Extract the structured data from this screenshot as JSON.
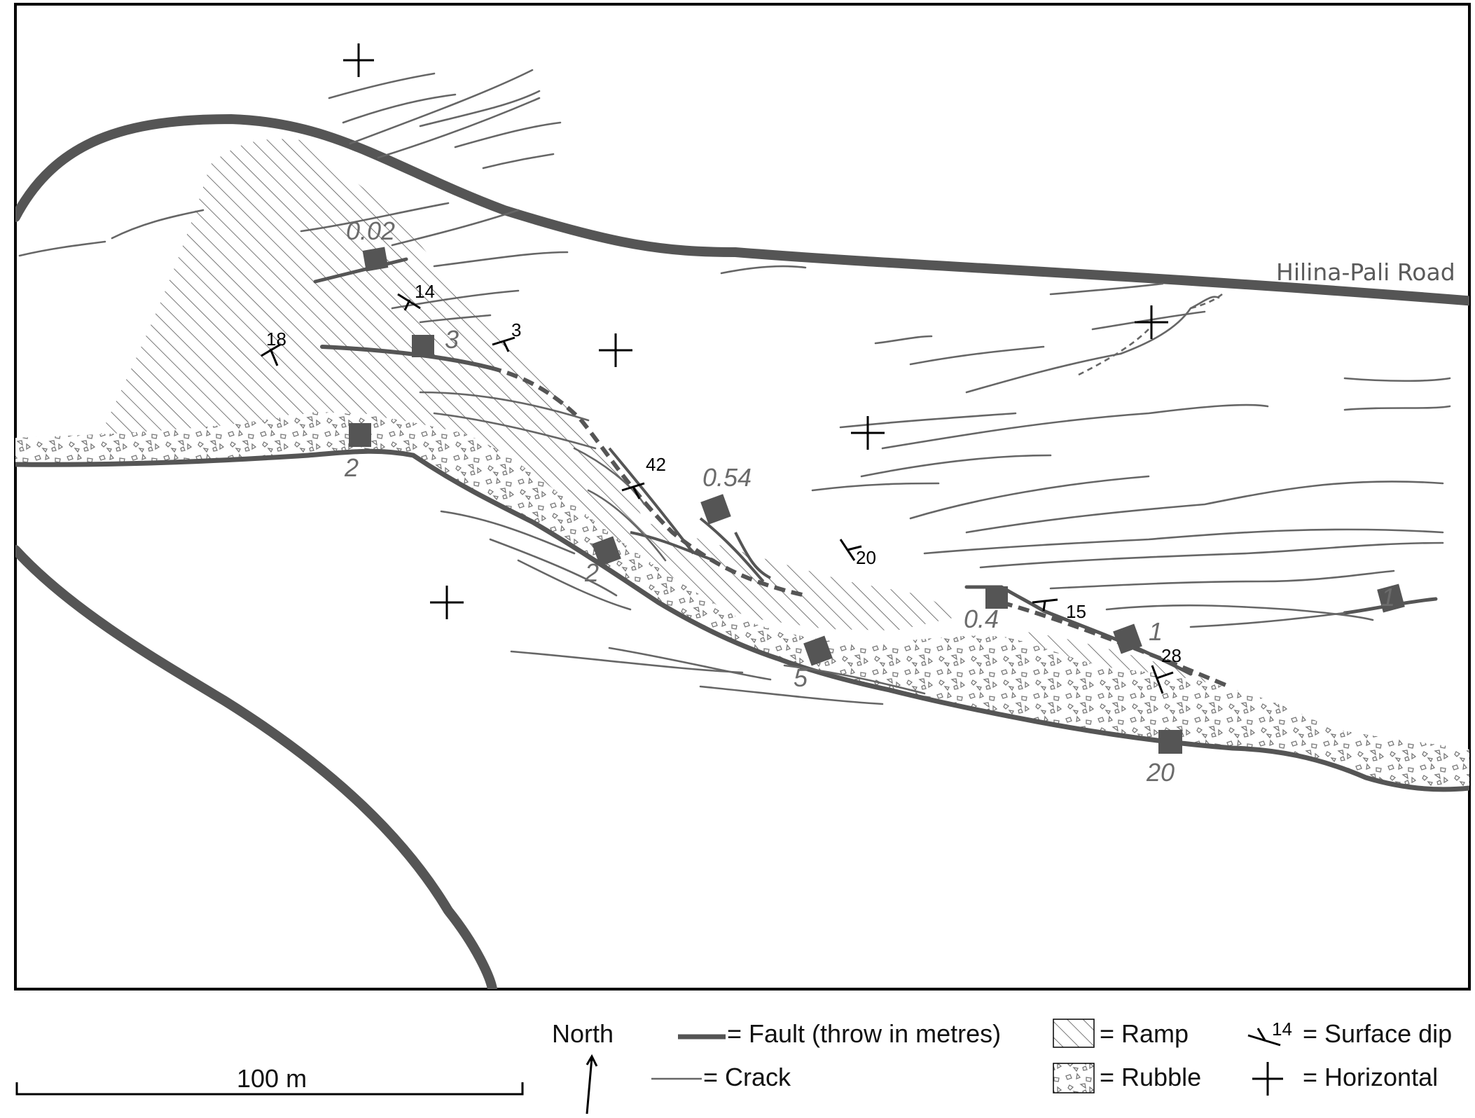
{
  "map": {
    "road_label": "Hilina-Pali Road",
    "throws": {
      "t1": "0.02",
      "t2": "3",
      "t3": "2",
      "t4": "0.54",
      "t5": "2",
      "t6": "5",
      "t7": "0.4",
      "t8": "1",
      "t9": "20",
      "t10": "1"
    },
    "dips": {
      "d1": "14",
      "d2": "18",
      "d3": "3",
      "d4": "42",
      "d5": "20",
      "d6": "15",
      "d7": "28"
    }
  },
  "legend": {
    "north_label": "North",
    "fault_label": "= Fault (throw in metres)",
    "crack_label": "= Crack",
    "ramp_label": "= Ramp",
    "rubble_label": "= Rubble",
    "dip_value": "14",
    "dip_label": "= Surface dip",
    "horizontal_label": "= Horizontal"
  },
  "scale_bar": {
    "label": "100 m"
  },
  "colors": {
    "fault": "#555555",
    "crack": "#6a6a6a",
    "frame": "#000000",
    "throw_text": "#6b6b6b"
  }
}
